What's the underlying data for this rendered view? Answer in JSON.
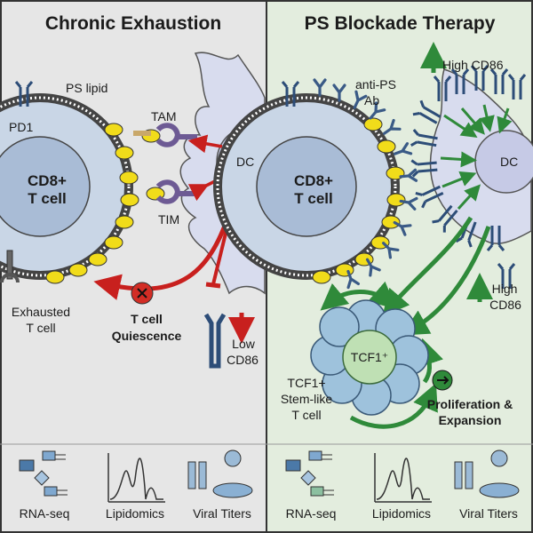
{
  "left_panel": {
    "title": "Chronic Exhaustion",
    "labels": {
      "ps_lipid": "PS lipid",
      "pd1": "PD1",
      "cd8_cell_line1": "CD8+",
      "cd8_cell_line2": "T cell",
      "tam": "TAM",
      "tim": "TIM",
      "dc": "DC",
      "exhausted_line1": "Exhausted",
      "exhausted_line2": "T cell",
      "quiescence_line1": "T cell",
      "quiescence_line2": "Quiescence",
      "low_cd86_line1": "Low",
      "low_cd86_line2": "CD86"
    },
    "icons": [
      "receptor-icon",
      "antibody-icon",
      "inhibition-icon",
      "blocked-circle-icon"
    ]
  },
  "right_panel": {
    "title": "PS Blockade Therapy",
    "labels": {
      "anti_ps_line1": "anti-PS",
      "anti_ps_line2": "Ab",
      "high_cd86_top": "High CD86",
      "dc": "DC",
      "cd8_cell_line1": "CD8+",
      "cd8_cell_line2": "T cell",
      "high_cd86_side_line1": "High",
      "high_cd86_side_line2": "CD86",
      "tcf1_badge": "TCF1⁺",
      "stem_line1": "TCF1+",
      "stem_line2": "Stem-like",
      "stem_line3": "T cell",
      "prolif_line1": "Proliferation &",
      "prolif_line2": "Expansion"
    },
    "icons": [
      "antibody-icon",
      "up-arrow-icon",
      "play-arrow-icon"
    ]
  },
  "methods": {
    "left": [
      "RNA-seq",
      "Lipidomics",
      "Viral Titers"
    ],
    "right": [
      "RNA-seq",
      "Lipidomics",
      "Viral Titers"
    ]
  },
  "colors": {
    "left_bg": "#e6e6e6",
    "right_bg": "#e3edde",
    "cell_fill": "#c9d6e6",
    "dc_fill": "#d8dcee",
    "lipid_yellow": "#f1dc1a",
    "red_arrow": "#c8201e",
    "green_arrow": "#2f8a3a",
    "tcf1_green": "#bfe0b4",
    "stem_blue": "#9ec2dc"
  }
}
